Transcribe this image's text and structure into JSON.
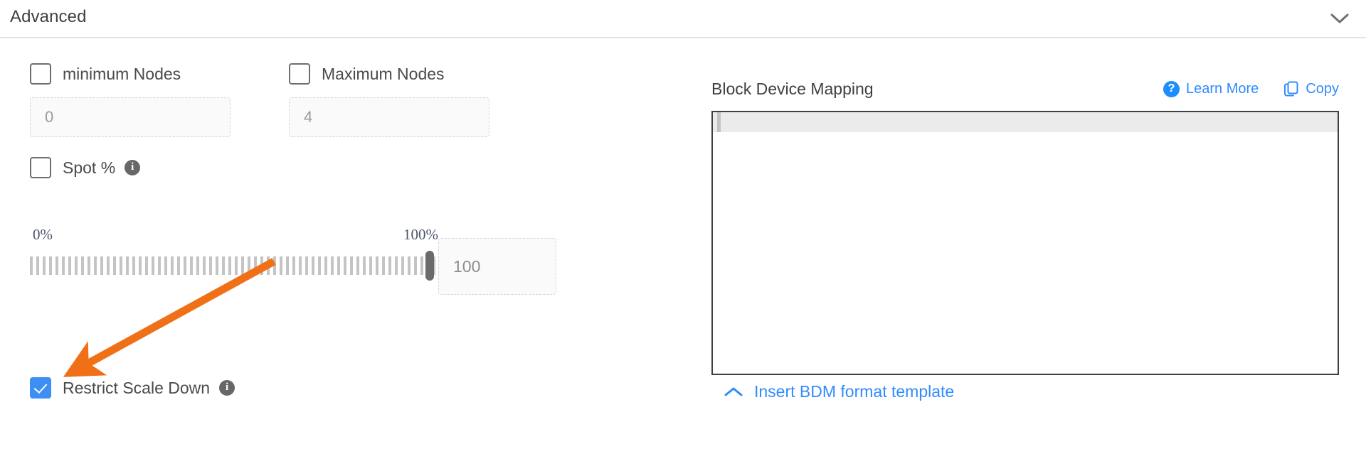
{
  "section": {
    "title": "Advanced",
    "collapse_icon": "chevron-down-icon"
  },
  "left": {
    "min_nodes": {
      "label": "minimum Nodes",
      "checked": false,
      "input_placeholder": "0",
      "input_value": ""
    },
    "max_nodes": {
      "label": "Maximum Nodes",
      "checked": false,
      "input_placeholder": "4",
      "input_value": ""
    },
    "spot": {
      "label": "Spot %",
      "checked": false,
      "info_icon": "info-icon"
    },
    "slider": {
      "min_label": "0%",
      "max_label": "100%",
      "value": 100,
      "input_placeholder": "100",
      "input_value": ""
    },
    "restrict_scale_down": {
      "label": "Restrict Scale Down",
      "checked": true,
      "info_icon": "info-icon"
    }
  },
  "right": {
    "title": "Block Device Mapping",
    "learn_more_label": "Learn More",
    "learn_more_icon": "question-circle-icon",
    "copy_label": "Copy",
    "copy_icon": "copy-icon",
    "editor_content": "",
    "footer_link_label": "Insert BDM format template",
    "footer_icon": "chevron-up-icon"
  },
  "annotation": {
    "type": "arrow",
    "color": "#f07018",
    "points_to": "restrict-scale-down-checkbox"
  },
  "colors": {
    "accent_blue": "#3d8ef5",
    "link_blue": "#2f8bff",
    "annotation_orange": "#f07018",
    "border_gray": "#e3e3e3",
    "editor_border": "#3d4045"
  }
}
